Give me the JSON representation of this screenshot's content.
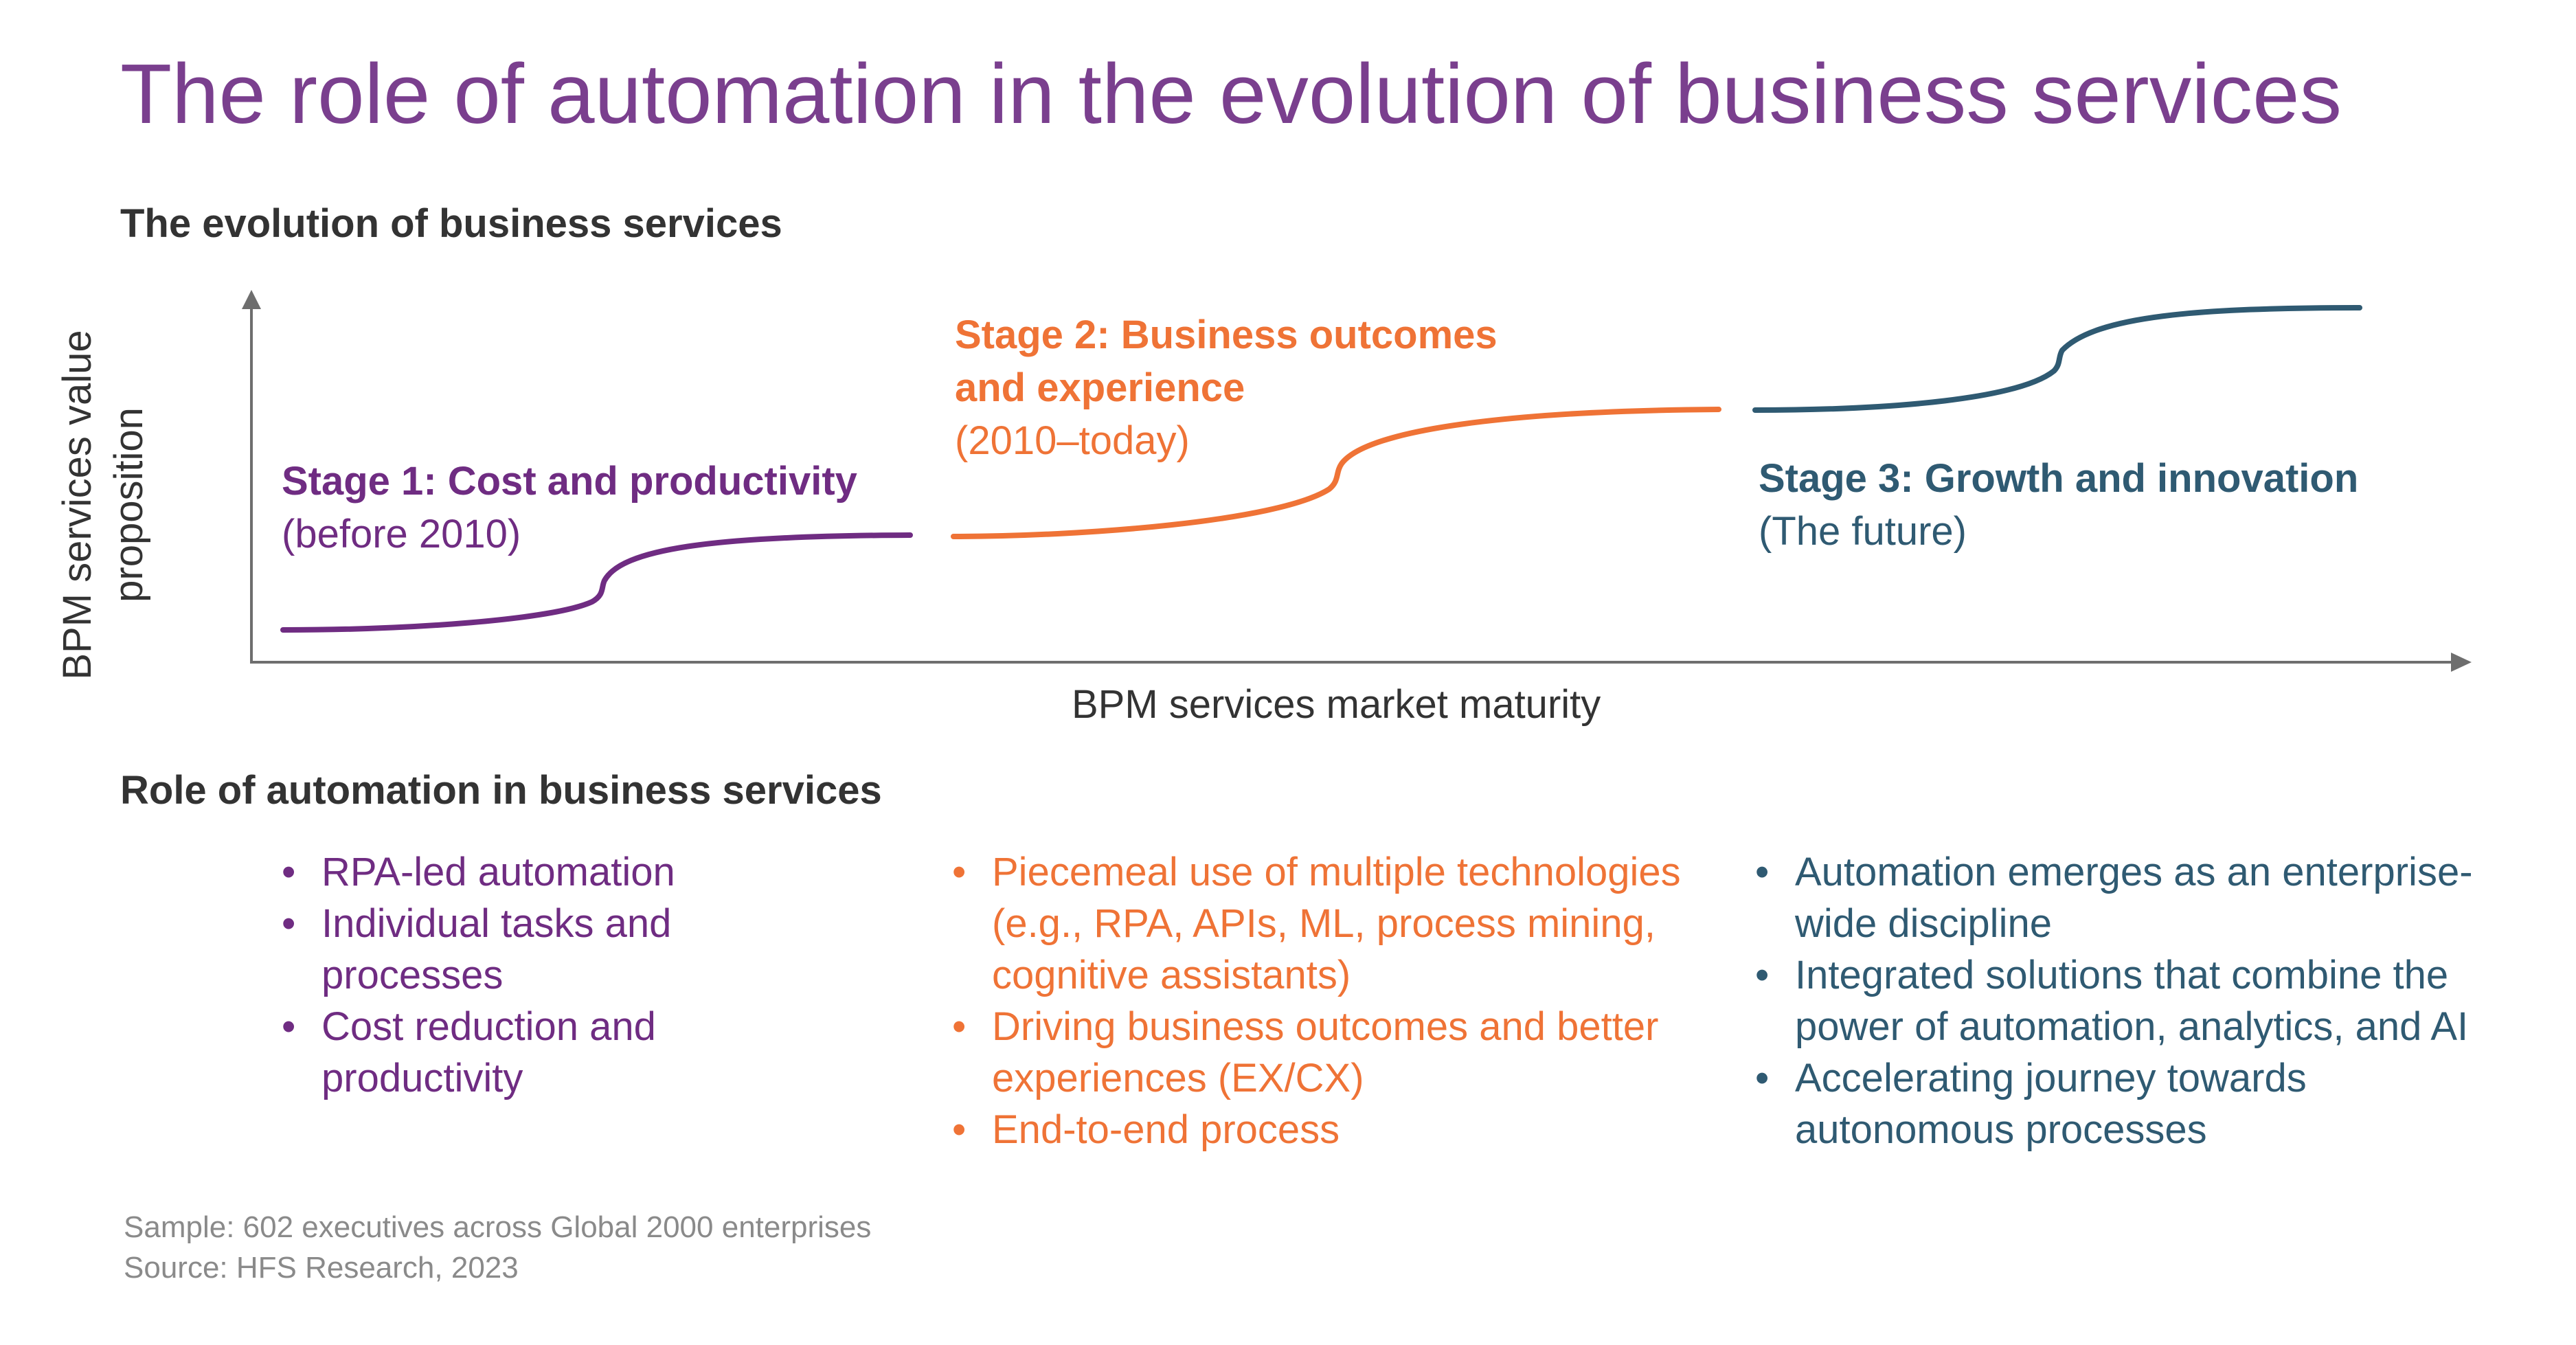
{
  "title": "The role of automation in the evolution of business services",
  "evolution_section": {
    "heading": "The evolution of business services",
    "y_axis_label_line1": "BPM services value",
    "y_axis_label_line2": "proposition",
    "x_axis_label": "BPM services market maturity"
  },
  "stages": [
    {
      "title": "Stage 1: Cost and productivity",
      "period": "(before 2010)",
      "color": "#6f2c82"
    },
    {
      "title_line1": "Stage 2: Business outcomes",
      "title_line2": "and experience",
      "period": "(2010–today)",
      "color": "#ef7336"
    },
    {
      "title": "Stage 3: Growth and innovation",
      "period": "(The future)",
      "color": "#2f5a72"
    }
  ],
  "automation_section": {
    "heading": "Role of automation in business services",
    "columns": [
      {
        "bullets": [
          "RPA-led automation",
          "Individual tasks and processes",
          "Cost reduction and productivity"
        ]
      },
      {
        "bullets": [
          "Piecemeal use of multiple technologies (e.g., RPA, APIs, ML, process mining, cognitive assistants)",
          "Driving business outcomes and better experiences (EX/CX)",
          "End-to-end process"
        ]
      },
      {
        "bullets": [
          "Automation emerges as an enterprise-wide discipline",
          "Integrated solutions that combine the power of automation, analytics, and AI",
          "Accelerating journey towards autonomous processes"
        ]
      }
    ]
  },
  "footer": {
    "sample": "Sample: 602 executives across Global 2000 enterprises",
    "source": "Source: HFS Research, 2023"
  }
}
